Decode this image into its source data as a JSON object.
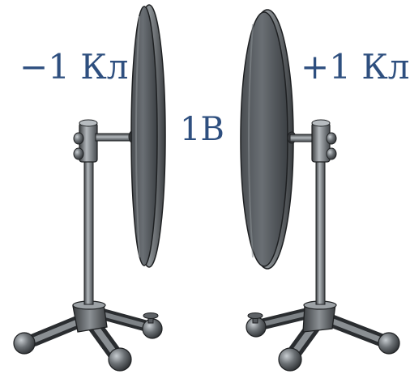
{
  "labels": {
    "left_charge": "−1 Кл",
    "voltage": "1В",
    "right_charge": "+1 Кл"
  },
  "colors": {
    "label_text": "#2e4f7f",
    "metal_dark": "#3a3d40",
    "metal_mid": "#6b7075",
    "metal_light": "#a9aeb2",
    "outline": "#1e2022"
  }
}
